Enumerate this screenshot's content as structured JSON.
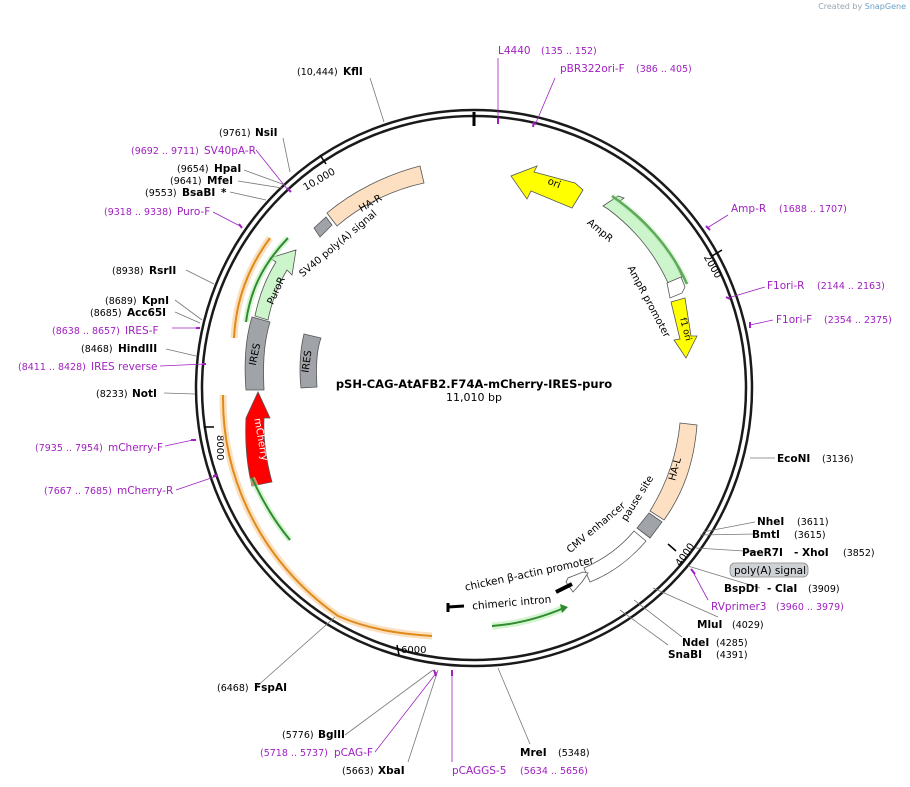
{
  "credit": {
    "created_by": "Created by",
    "brand": "SnapGene"
  },
  "map": {
    "name": "pSH-CAG-AtAFB2.F74A-mCherry-IRES-puro",
    "length_label": "11,010 bp",
    "total_bp": 11010,
    "ticks": [
      "2000",
      "4000",
      "6000",
      "8000",
      "10,000"
    ]
  },
  "colors": {
    "site": "#000000",
    "primer": "#a020c0",
    "backbone": "#1a1a1a",
    "ori": "#ffff00",
    "ampr": "#ccf5cc",
    "f1ori": "#ffff00",
    "homology_arm": "#fde0c2",
    "mcherry": "#ff0000",
    "ires": "#a0a4a8",
    "puror": "#ccf5cc",
    "orf_green": "#2e8b2e",
    "orf_orange": "#e08a1a"
  },
  "labels": {
    "L4440": {
      "name": "L4440",
      "pos": "(135 .. 152)"
    },
    "pBR322ori-F": {
      "name": "pBR322ori-F",
      "pos": "(386 .. 405)"
    },
    "Amp-R": {
      "name": "Amp-R",
      "pos": "(1688 .. 1707)"
    },
    "F1ori-R": {
      "name": "F1ori-R",
      "pos": "(2144 .. 2163)"
    },
    "F1ori-F": {
      "name": "F1ori-F",
      "pos": "(2354 .. 2375)"
    },
    "EcoNI": {
      "name": "EcoNI",
      "pos": "(3136)"
    },
    "NheI": {
      "name": "NheI",
      "pos": "(3611)"
    },
    "BmtI": {
      "name": "BmtI",
      "pos": "(3615)"
    },
    "PaeR7I": {
      "name": "PaeR7I",
      "sep": "- XhoI",
      "pos": "(3852)"
    },
    "polyA": {
      "name": "poly(A) signal"
    },
    "BspDI": {
      "name": "BspDI",
      "sep": "- ClaI",
      "pos": "(3909)"
    },
    "RVprimer3": {
      "name": "RVprimer3",
      "pos": "(3960 .. 3979)"
    },
    "MluI": {
      "name": "MluI",
      "pos": "(4029)"
    },
    "NdeI": {
      "name": "NdeI",
      "pos": "(4285)"
    },
    "SnaBI": {
      "name": "SnaBI",
      "pos": "(4391)"
    },
    "MreI": {
      "name": "MreI",
      "pos": "(5348)"
    },
    "pCAGGS-5": {
      "name": "pCAGGS-5",
      "pos": "(5634 .. 5656)"
    },
    "XbaI": {
      "name": "XbaI",
      "pos": "(5663)"
    },
    "pCAG-F": {
      "name": "pCAG-F",
      "pos": "(5718 .. 5737)"
    },
    "BglII": {
      "name": "BglII",
      "pos": "(5776)"
    },
    "FspAI": {
      "name": "FspAI",
      "pos": "(6468)"
    },
    "mCherry-R": {
      "name": "mCherry-R",
      "pos": "(7667 .. 7685)"
    },
    "mCherry-F": {
      "name": "mCherry-F",
      "pos": "(7935 .. 7954)"
    },
    "NotI": {
      "name": "NotI",
      "pos": "(8233)"
    },
    "IRES reverse": {
      "name": "IRES reverse",
      "pos": "(8411 .. 8428)"
    },
    "HindIII": {
      "name": "HindIII",
      "pos": "(8468)"
    },
    "IRES-F": {
      "name": "IRES-F",
      "pos": "(8638 .. 8657)"
    },
    "Acc65I": {
      "name": "Acc65I",
      "pos": "(8685)"
    },
    "KpnI": {
      "name": "KpnI",
      "pos": "(8689)"
    },
    "RsrII": {
      "name": "RsrII",
      "pos": "(8938)"
    },
    "Puro-F": {
      "name": "Puro-F",
      "pos": "(9318 .. 9338)"
    },
    "BsaBI": {
      "name": "BsaBI",
      "star": "*",
      "pos": "(9553)"
    },
    "MfeI": {
      "name": "MfeI",
      "pos": "(9641)"
    },
    "HpaI": {
      "name": "HpaI",
      "pos": "(9654)"
    },
    "SV40pA-R": {
      "name": "SV40pA-R",
      "pos": "(9692 .. 9711)"
    },
    "NsiI": {
      "name": "NsiI",
      "pos": "(9761)"
    },
    "KflI": {
      "name": "KflI",
      "pos": "(10,444)"
    }
  },
  "features": {
    "ori": "ori",
    "AmpR": "AmpR",
    "AmpR promoter": "AmpR promoter",
    "f1 ori": "f1 ori",
    "HA-L": "HA-L",
    "pause site": "pause site",
    "CMV enhancer": "CMV enhancer",
    "chicken β-actin promoter": "chicken β-actin promoter",
    "chimeric intron": "chimeric intron",
    "mCherry": "mCherry",
    "IRES": "IRES",
    "IRES2": "IRES",
    "PuroR": "PuroR",
    "SV40 poly(A) signal": "SV40 poly(A) signal",
    "HA-R": "HA-R"
  }
}
